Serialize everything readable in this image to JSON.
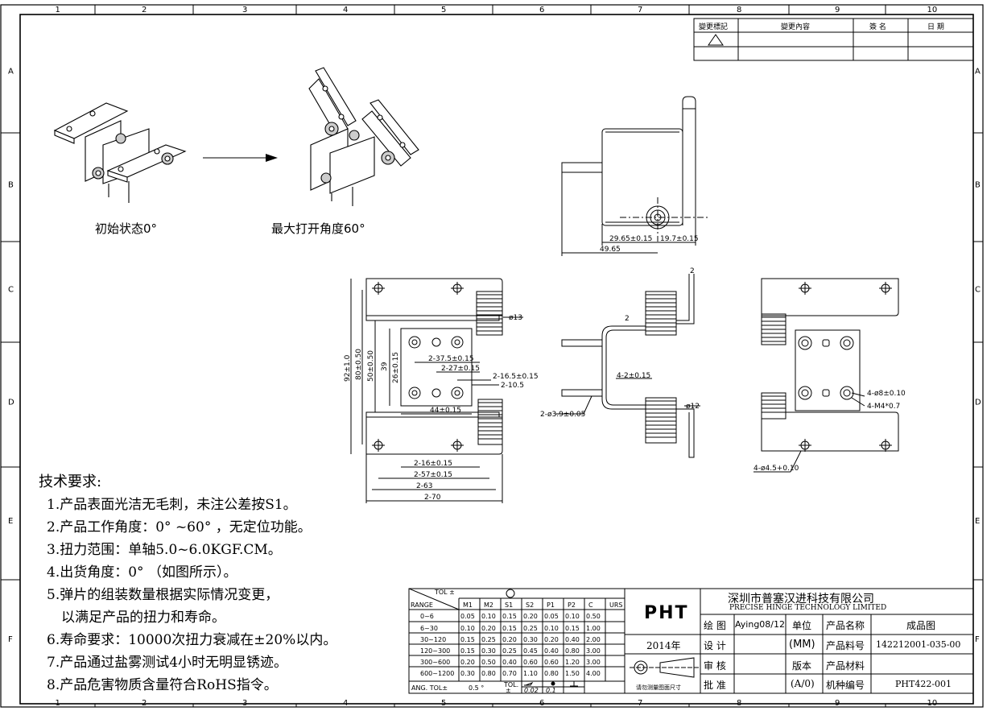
{
  "border": {
    "columns": [
      "1",
      "2",
      "3",
      "4",
      "5",
      "6",
      "7",
      "8",
      "9",
      "10"
    ],
    "rows": [
      "A",
      "B",
      "C",
      "D",
      "E",
      "F"
    ]
  },
  "revision_block": {
    "mark": "變更標記",
    "content": "變更內容",
    "sign": "簽 名",
    "date": "日  期"
  },
  "captions": {
    "initial_state": "初始状态0°",
    "max_open": "最大打开角度60°"
  },
  "dimensions": {
    "side_view": [
      "29.65±0.15",
      "19.7±0.15",
      "49.65"
    ],
    "front_view": [
      "ø13",
      "92±1.0",
      "80±0.50",
      "50±0.50",
      "39",
      "26±0.15",
      "2-37.5±0.15",
      "2-27±0.15",
      "2-16.5±0.15",
      "2-10.5",
      "44±0.15",
      "2-16±0.15",
      "2-57±0.15",
      "2-63",
      "2-70"
    ],
    "middle_view": [
      "2",
      "2",
      "4-2±0.15",
      "ø12",
      "2-ø3.9±0.05"
    ],
    "right_view": [
      "4-ø8±0.10",
      "4-M4*0.7",
      "4-ø4.5+0.10"
    ]
  },
  "requirements": {
    "title": "技术要求:",
    "items": [
      "1.产品表面光洁无毛刺，未注公差按S1。",
      "2.产品工作角度：0° ~60° ，无定位功能。",
      "3.扭力范围：单轴5.0~6.0KGF.CM。",
      "4.出货角度：0° （如图所示）。",
      "5.弹片的组装数量根据实际情况变更，",
      "以满足产品的扭力和寿命。",
      "6.寿命要求：10000次扭力衰减在±20%以内。",
      "7.产品通过盐雾测试4小时无明显锈迹。",
      "8.产品危害物质含量符合RoHS指令。"
    ]
  },
  "tolerance_table": {
    "corner_top": "TOL ±",
    "corner_bottom": "RANGE",
    "headers": [
      "M1",
      "M2",
      "S1",
      "S2",
      "P1",
      "P2",
      "C",
      "URS"
    ],
    "rows": [
      {
        "range": "0~6",
        "values": [
          "0.05",
          "0.10",
          "0.15",
          "0.20",
          "0.05",
          "0.10",
          "0.50",
          ""
        ]
      },
      {
        "range": "6~30",
        "values": [
          "0.10",
          "0.20",
          "0.15",
          "0.25",
          "0.10",
          "0.15",
          "1.00",
          ""
        ]
      },
      {
        "range": "30~120",
        "values": [
          "0.15",
          "0.25",
          "0.20",
          "0.30",
          "0.20",
          "0.40",
          "2.00",
          ""
        ]
      },
      {
        "range": "120~300",
        "values": [
          "0.15",
          "0.30",
          "0.25",
          "0.45",
          "0.40",
          "0.80",
          "3.00",
          ""
        ]
      },
      {
        "range": "300~600",
        "values": [
          "0.20",
          "0.50",
          "0.40",
          "0.60",
          "0.60",
          "1.20",
          "3.00",
          ""
        ]
      },
      {
        "range": "600~1200",
        "values": [
          "0.30",
          "0.80",
          "0.70",
          "1.10",
          "0.80",
          "1.50",
          "4.00",
          ""
        ]
      }
    ],
    "ang_label": "ANG.  TOL±",
    "ang_value": "0.5 °",
    "tol_label": "TOL.",
    "tol_sym": "±",
    "flat": "0.02",
    "round": "0.1"
  },
  "title_block": {
    "logo": "PHT",
    "year": "2014年",
    "projection_note": "请勿测量图面尺寸",
    "company_cn": "深圳市普塞汉进科技有限公司",
    "company_en": "PRECISE HINGE TECHNOLOGY LIMITED",
    "draw_label": "绘  图",
    "draw_value": "Aying08/12",
    "design_label": "设  计",
    "check_label": "审  核",
    "approve_label": "批  准",
    "unit_label": "单位",
    "unit_value": "(MM)",
    "version_label": "版本",
    "version_value": "(A/0)",
    "name_label": "产品名称",
    "name_value": "成品图",
    "part_label": "产品料号",
    "part_value": "142212001-035-00",
    "material_label": "产品材料",
    "material_value": "",
    "model_label": "机种编号",
    "model_value": "PHT422-001"
  }
}
